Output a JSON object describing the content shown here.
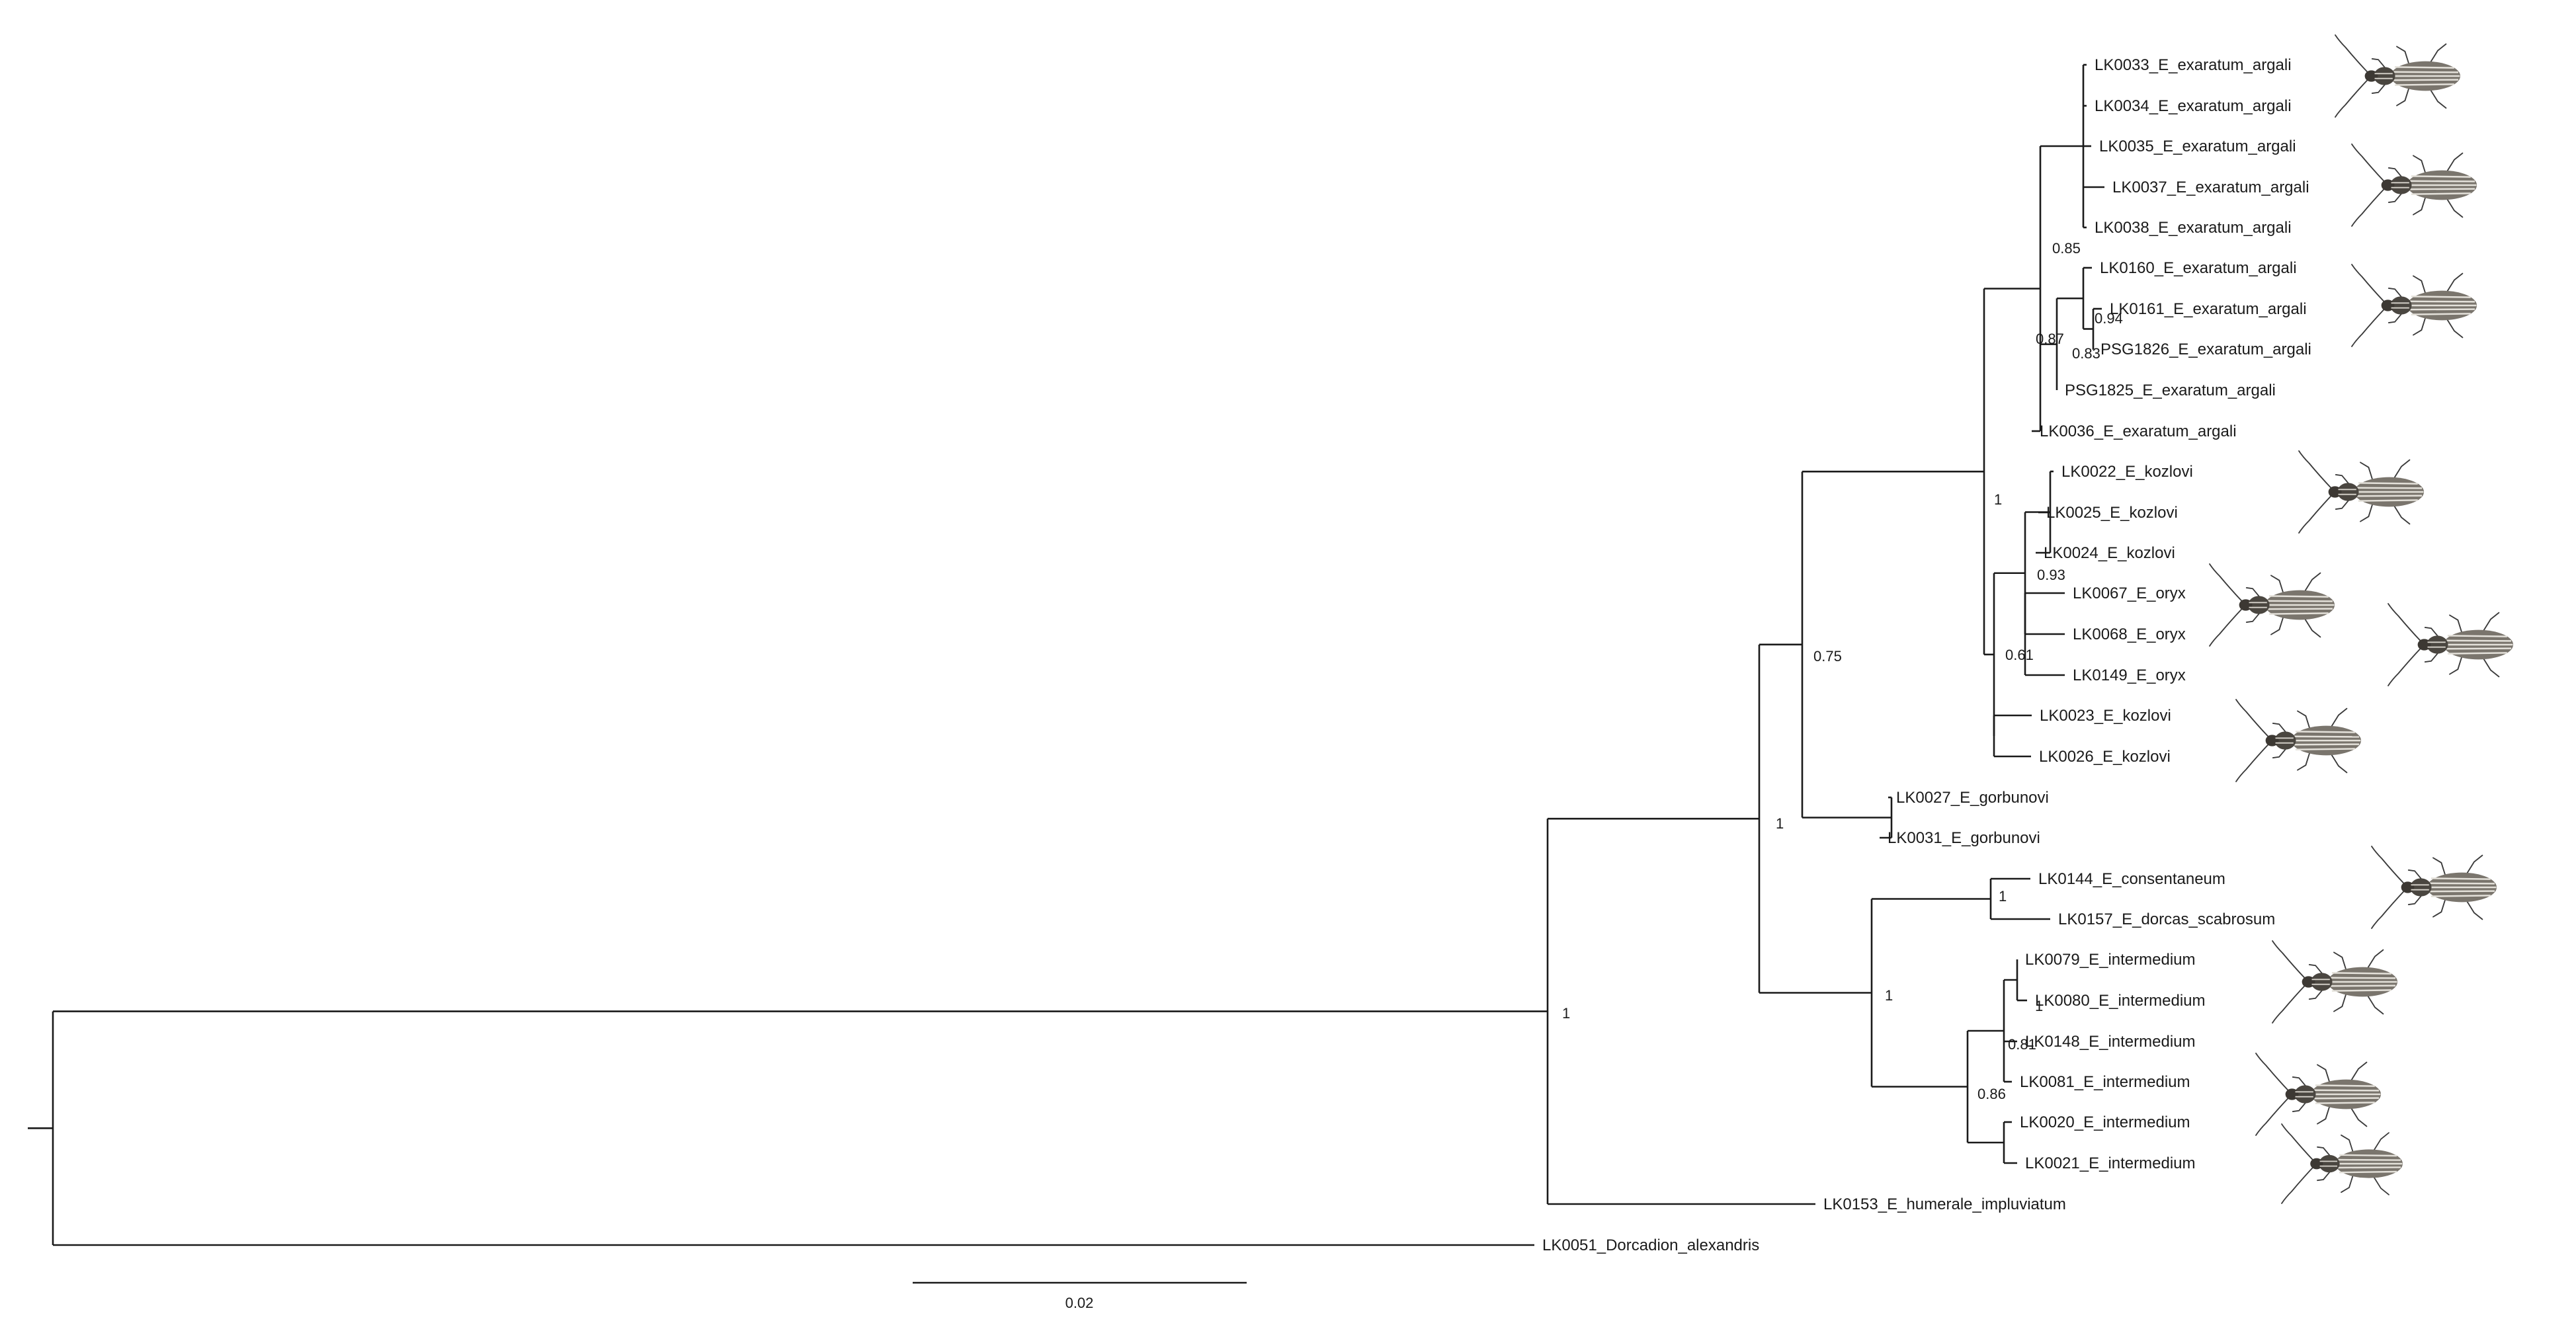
{
  "tips": [
    "LK0033_E_exaratum_argali",
    "LK0034_E_exaratum_argali",
    "LK0035_E_exaratum_argali",
    "LK0037_E_exaratum_argali",
    "LK0038_E_exaratum_argali",
    "LK0160_E_exaratum_argali",
    "LK0161_E_exaratum_argali",
    "PSG1826_E_exaratum_argali",
    "PSG1825_E_exaratum_argali",
    "LK0036_E_exaratum_argali",
    "LK0022_E_kozlovi",
    "LK0025_E_kozlovi",
    "LK0024_E_kozlovi",
    "LK0067_E_oryx",
    "LK0068_E_oryx",
    "LK0149_E_oryx",
    "LK0023_E_kozlovi",
    "LK0026_E_kozlovi",
    "LK0027_E_gorbunovi",
    "LK0031_E_gorbunovi",
    "LK0144_E_consentaneum",
    "LK0157_E_dorcas_scabrosum",
    "LK0079_E_intermedium",
    "LK0080_E_intermedium",
    "LK0148_E_intermedium",
    "LK0081_E_intermedium",
    "LK0020_E_intermedium",
    "LK0021_E_intermedium",
    "LK0153_E_humerale_impluviatum",
    "LK0051_Dorcadion_alexandris"
  ],
  "support_values": [
    "0.85",
    "0.94",
    "0.87",
    "0.83",
    "1",
    "0.93",
    "0.61",
    "0.75",
    "1",
    "1",
    "1",
    "1",
    "0.81",
    "0.86",
    "1"
  ],
  "scale_bar": {
    "label": "0.02"
  },
  "colors": {
    "line": "#1a1a1a",
    "text": "#1a1a1a",
    "background": "#ffffff"
  },
  "specimen_images": [
    "beetle-photo",
    "beetle-photo",
    "beetle-photo",
    "beetle-photo",
    "beetle-photo",
    "beetle-photo",
    "beetle-photo",
    "beetle-photo",
    "beetle-photo",
    "beetle-photo"
  ]
}
